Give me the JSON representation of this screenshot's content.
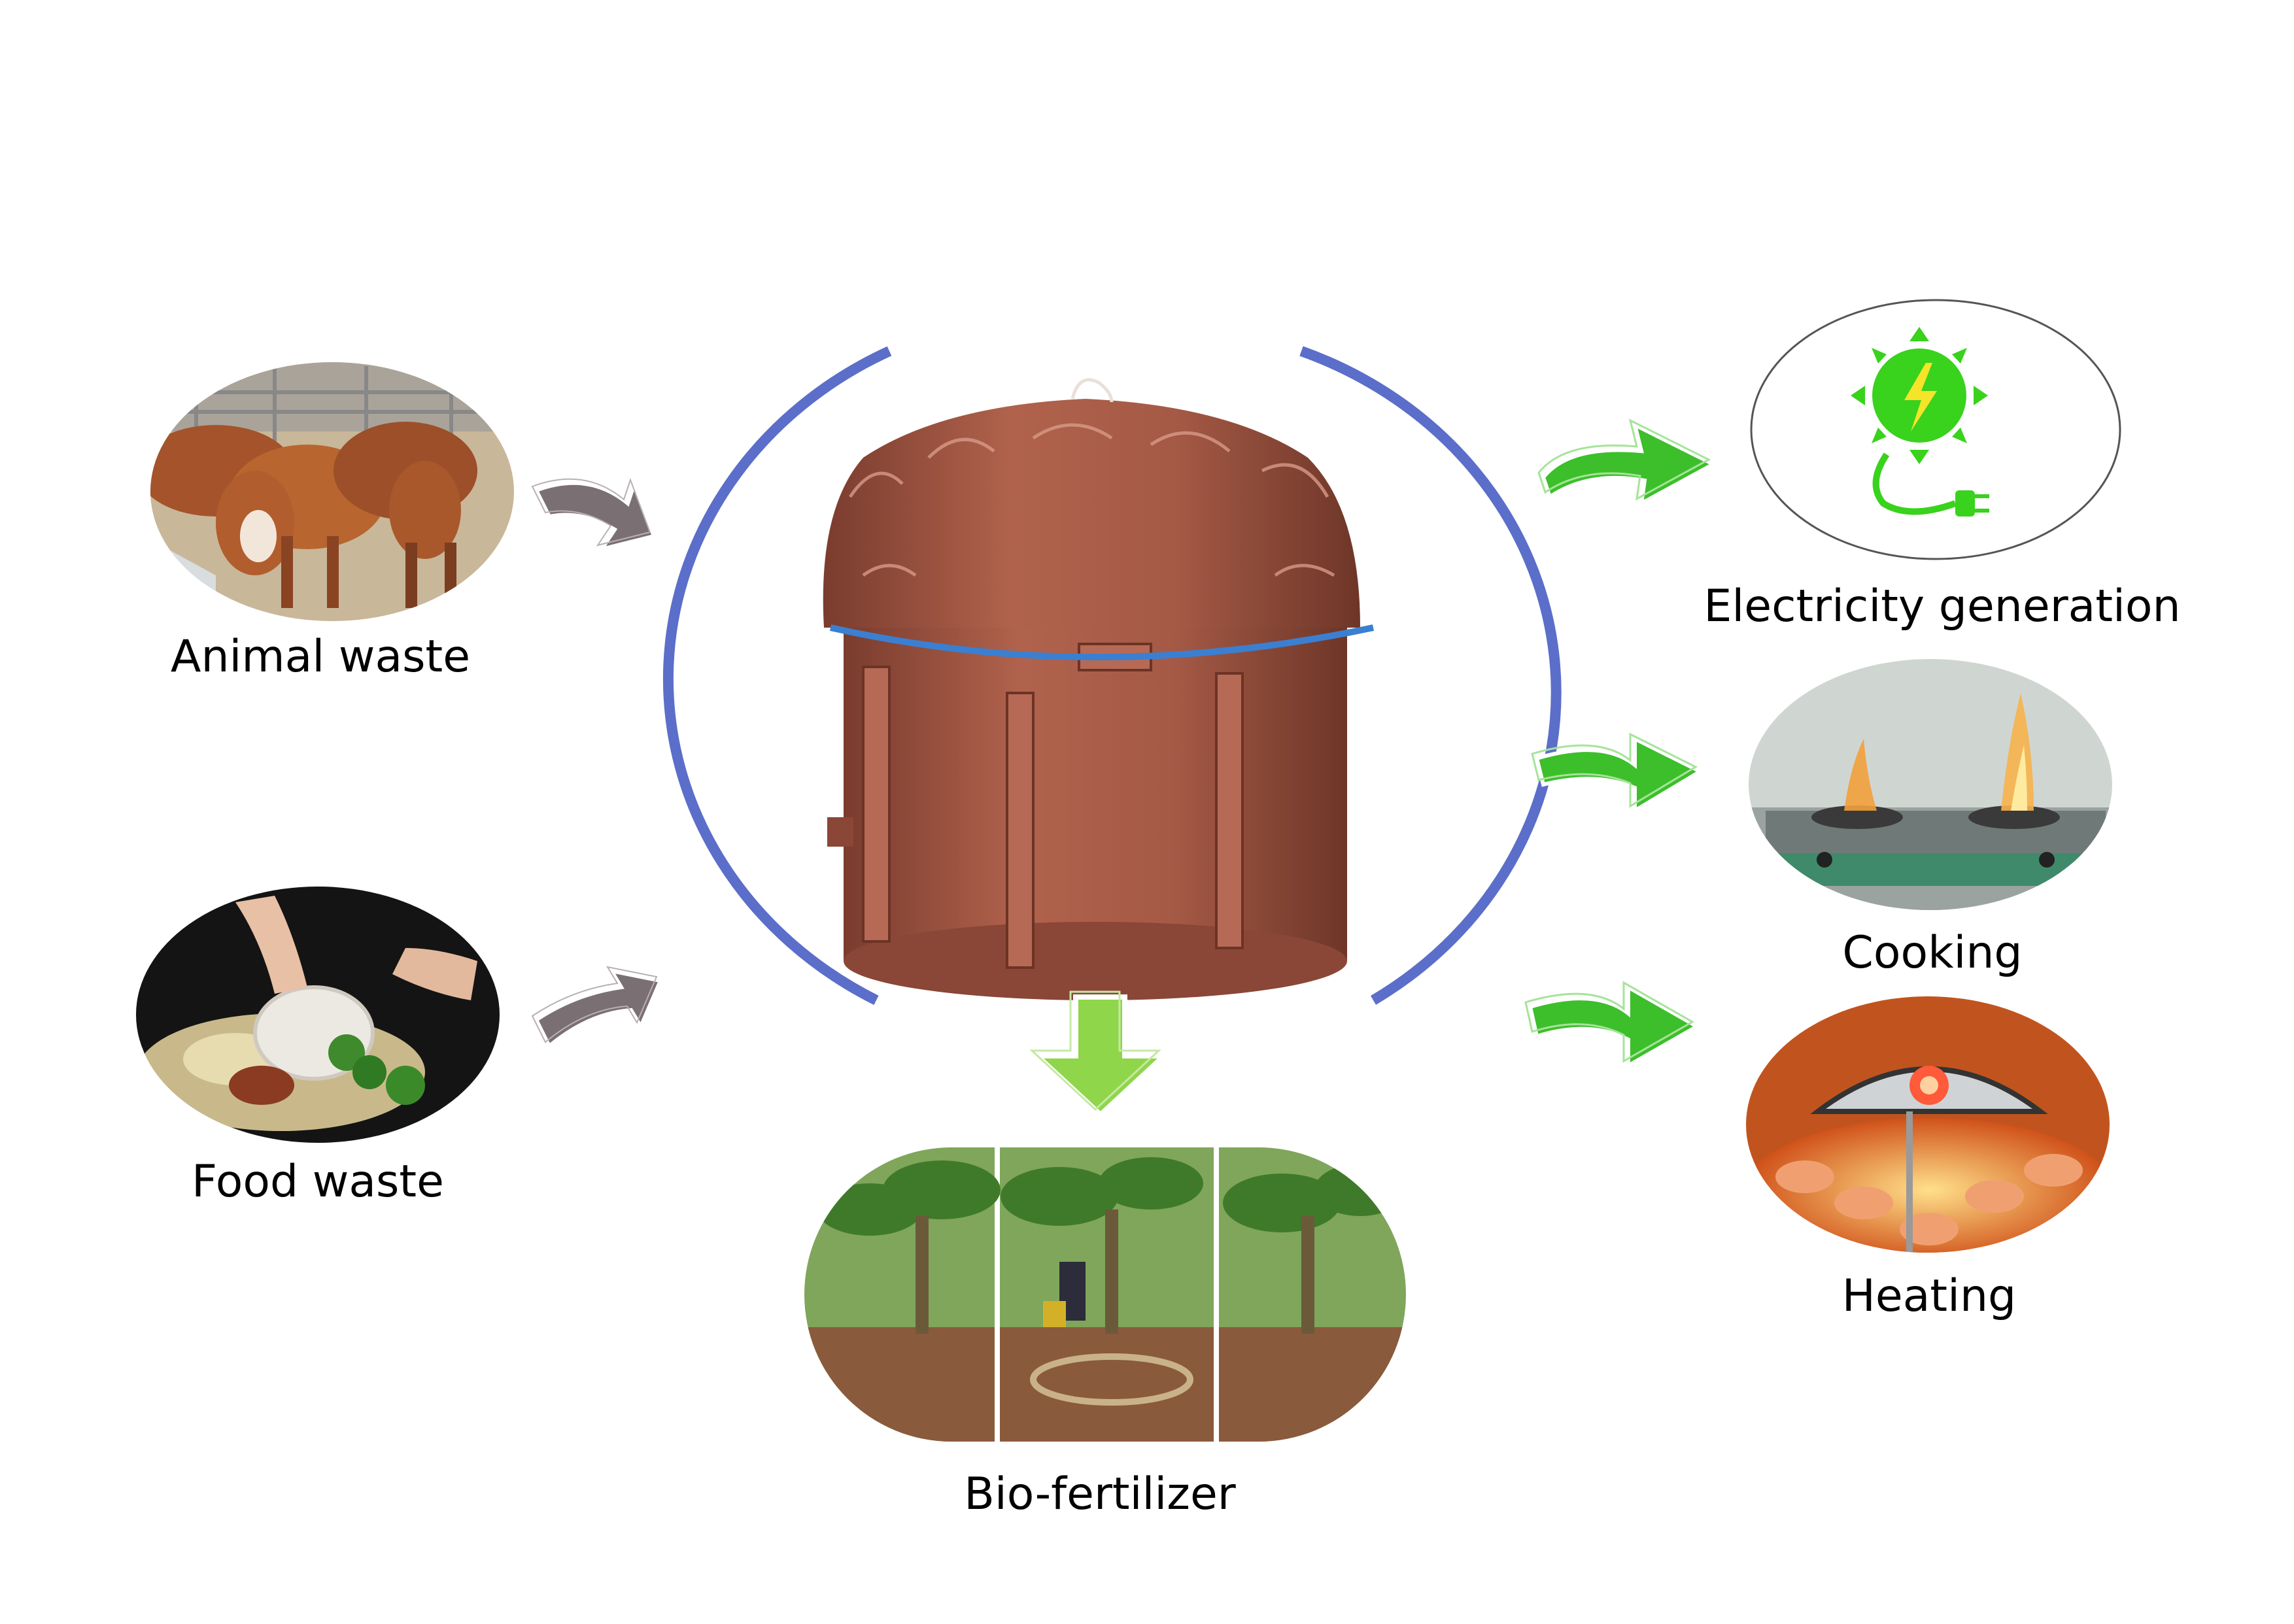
{
  "inputs": [
    {
      "label": "Animal waste",
      "image": "cattle-photo"
    },
    {
      "label": "Food waste",
      "image": "food-scraps-photo"
    }
  ],
  "center": {
    "image": "biogas-digester-bag",
    "icon": "biogas-bag-icon"
  },
  "outputs": [
    {
      "label": "Electricity generation",
      "image": "electricity-sun-plug-icon"
    },
    {
      "label": "Cooking",
      "image": "gas-stove-photo"
    },
    {
      "label": "Heating",
      "image": "heat-lamp-photo"
    }
  ],
  "byproduct": {
    "label": "Bio-fertilizer",
    "image": "banana-field-photo"
  },
  "colors": {
    "ring": "#5b6ec9",
    "input_arrow": "#7a6f72",
    "output_arrow": "#3cbf2a",
    "down_arrow": "#8fd64a",
    "digester": "#a55a46"
  }
}
